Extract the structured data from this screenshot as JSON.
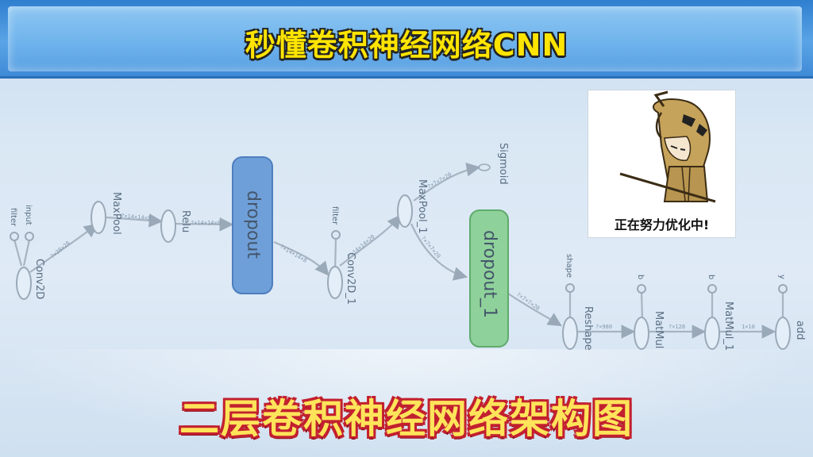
{
  "header": {
    "title": "秒懂卷积神经网络CNN"
  },
  "caption": "二层卷积神经网络架构图",
  "sticker": {
    "text": "正在努力优化中!",
    "icon": "hooded-character-drawing-icon"
  },
  "graph": {
    "inputs": {
      "input": "input",
      "filter": "filter",
      "filter_1": "filter",
      "shape": "shape",
      "b": "b",
      "b_1": "b",
      "y": "y"
    },
    "ops": {
      "conv2d": "Conv2D",
      "maxpool": "MaxPool",
      "relu": "Relu",
      "dropout": "dropout",
      "conv2d_1": "Conv2D_1",
      "maxpool_1": "MaxPool_1",
      "sigmoid": "Sigmoid",
      "dropout_1": "dropout_1",
      "reshape": "Reshape",
      "matmul": "MatMul",
      "matmul_1": "MatMul_1",
      "add": "add"
    },
    "edge_labels": {
      "conv_maxpool": "?×28×28",
      "maxpool_relu": "?×14×14×8",
      "relu_dropout": "?×14×14×8",
      "dropout_conv": "?×14×14×8",
      "conv_maxpool1": "?×14×14×20",
      "maxpool1_sigmoid": "?×7×7×20",
      "maxpool1_dropout1": "?×7×7×20",
      "dropout1_reshape": "?×7×7×20",
      "reshape_matmul": "?×980",
      "matmul_matmul1": "?×128",
      "matmul1_add": "1×10"
    }
  },
  "colors": {
    "dropout": "#6f9fd8",
    "dropout_1": "#8fd19a",
    "title": "#ffe400",
    "caption": "#ffe45a"
  }
}
